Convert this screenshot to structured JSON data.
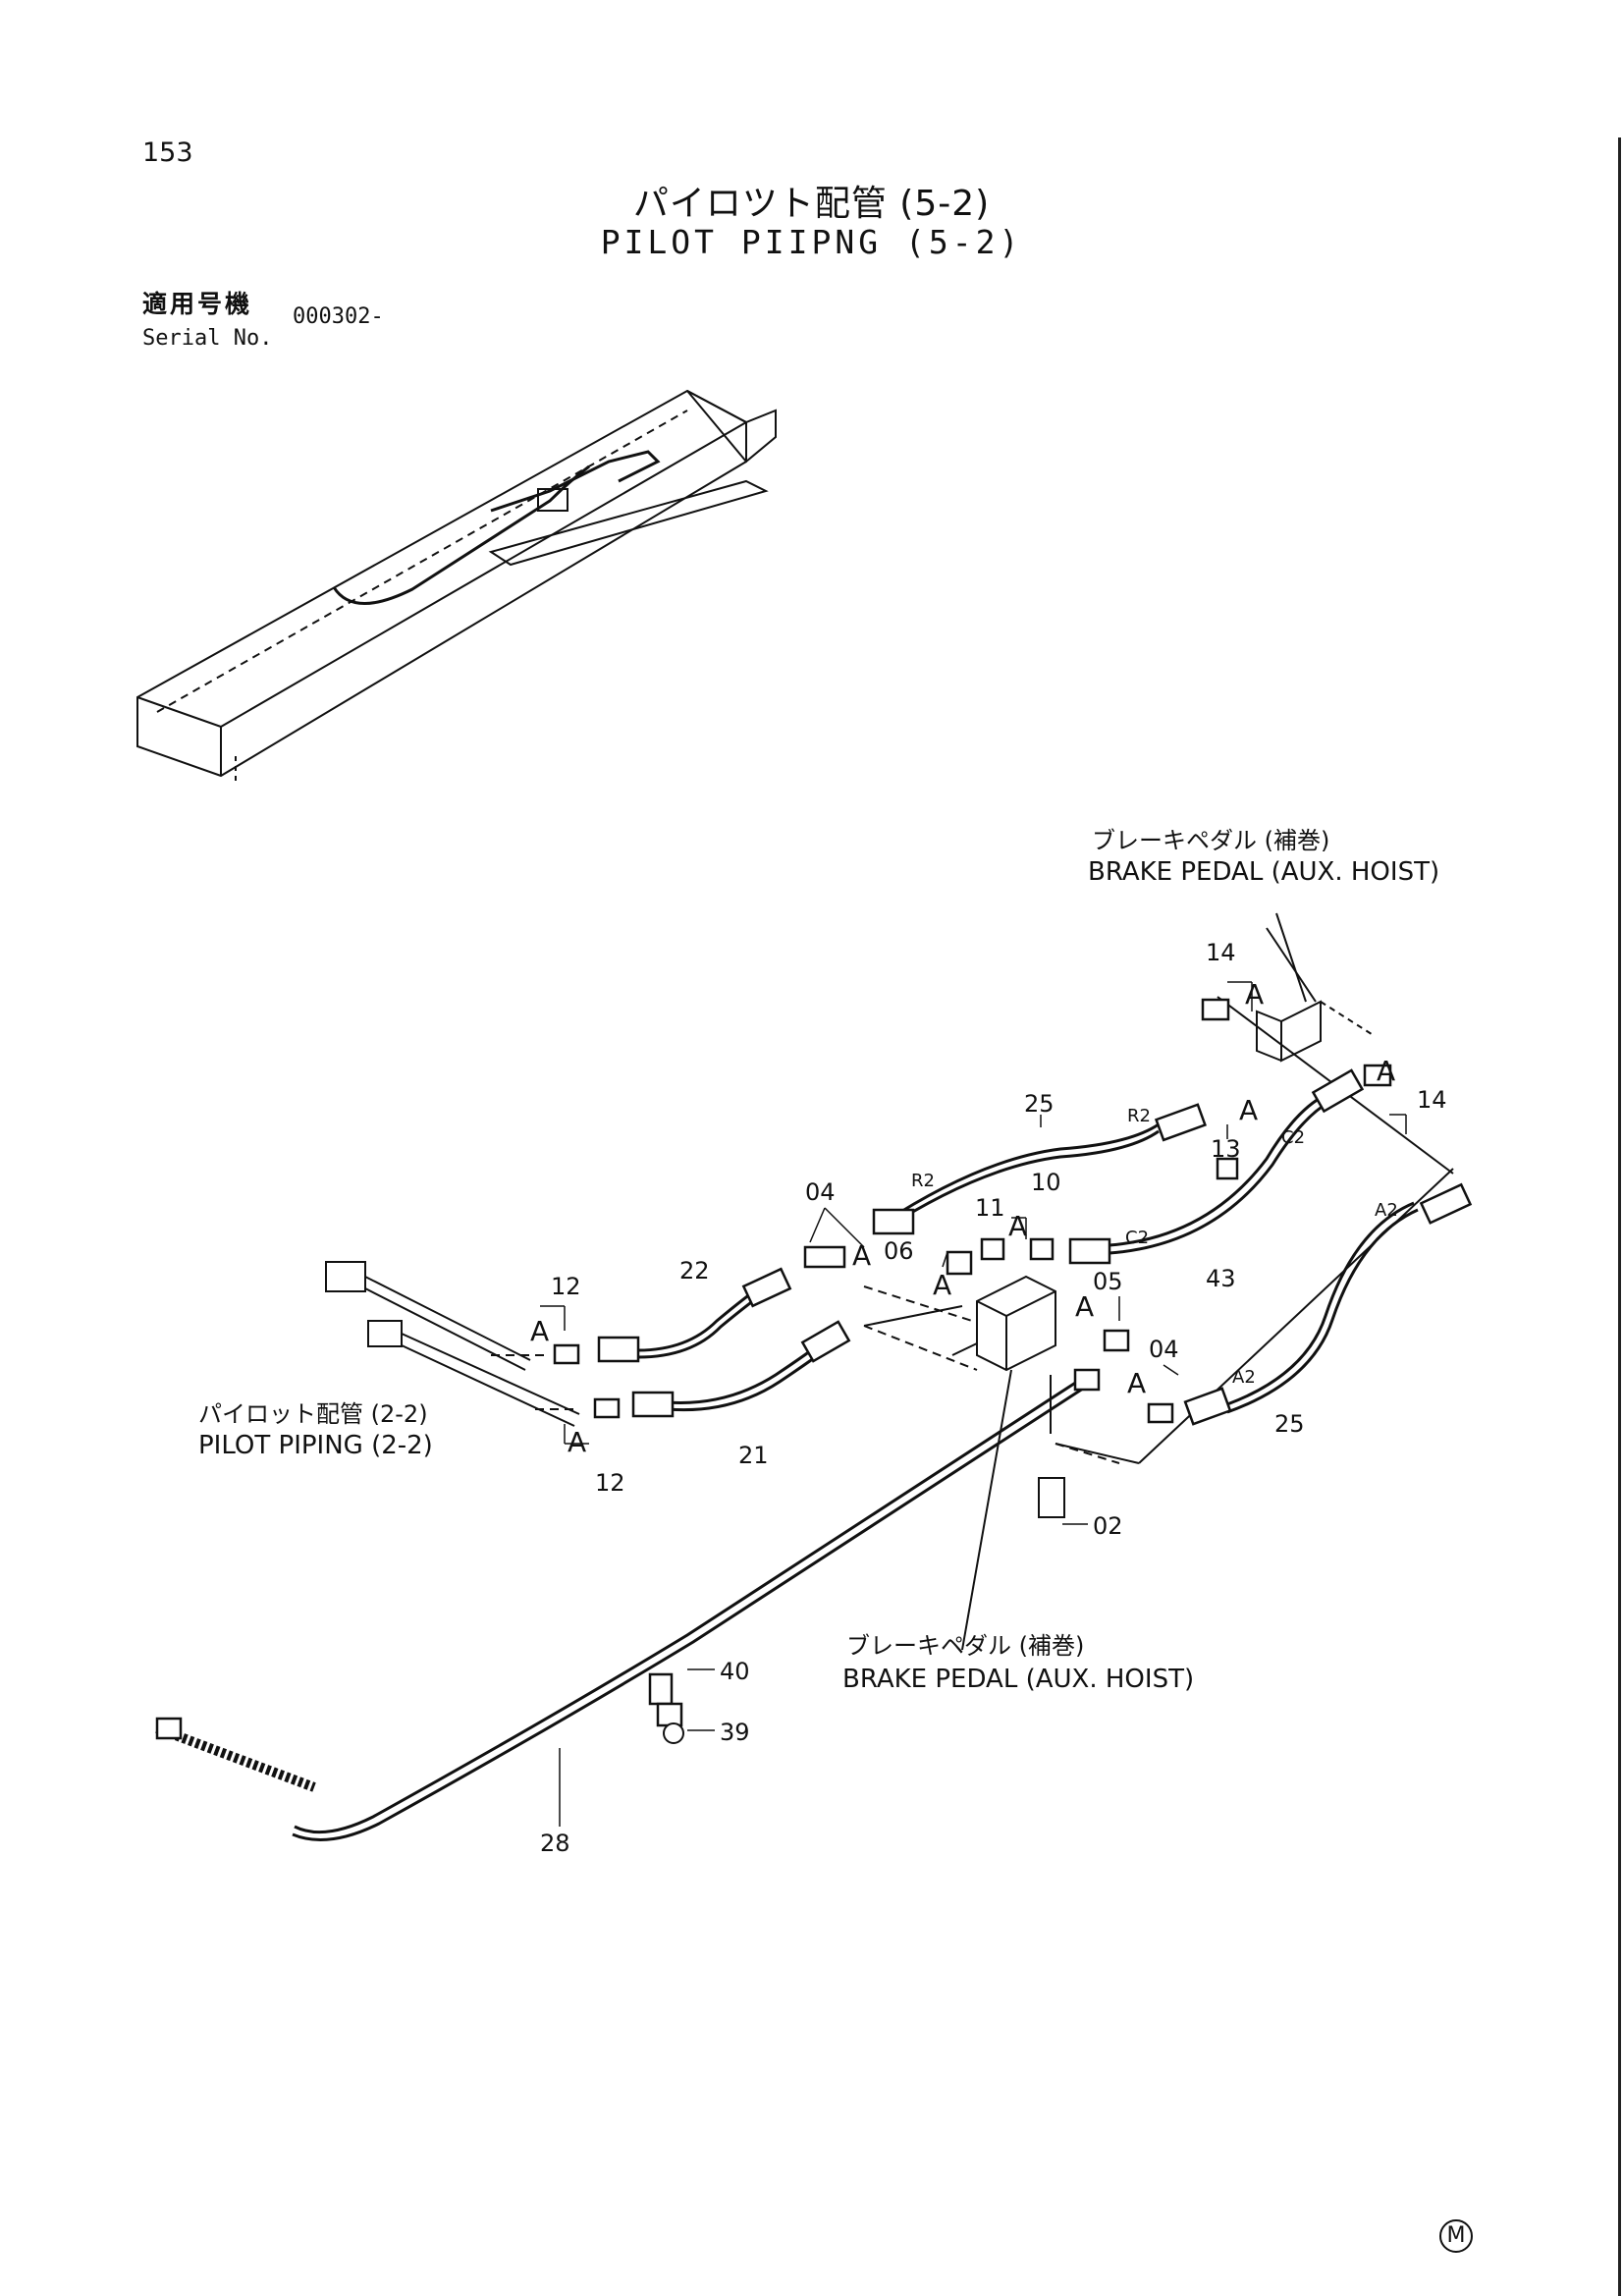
{
  "header": {
    "page_number": "153",
    "title_jp": "パイロツト配管 (5-2)",
    "title_en": "PILOT PIIPNG (5-2)"
  },
  "serial": {
    "label_jp": "適用号機",
    "label_en": "Serial No.",
    "value": "000302-"
  },
  "callouts": {
    "brake_top_jp": "ブレーキペダル (補巻)",
    "brake_top_en": "BRAKE PEDAL (AUX. HOIST)",
    "brake_bottom_jp": "ブレーキペダル (補巻)",
    "brake_bottom_en": "BRAKE PEDAL (AUX. HOIST)",
    "pilot_jp": "パイロット配管 (2-2)",
    "pilot_en": "PILOT PIPING (2-2)"
  },
  "parts": {
    "p14a": "14",
    "p14b": "14",
    "p13": "13",
    "p25a": "25",
    "p25b": "25",
    "p10": "10",
    "p11": "11",
    "p04a": "04",
    "p04b": "04",
    "p06": "06",
    "p05": "05",
    "p43": "43",
    "p22": "22",
    "p21": "21",
    "p12a": "12",
    "p12b": "12",
    "p02": "02",
    "p40": "40",
    "p39": "39",
    "p28": "28"
  },
  "port_labels": {
    "r2a": "R2",
    "r2b": "R2",
    "c2a": "C2",
    "c2b": "C2",
    "a2a": "A2",
    "a2b": "A2"
  },
  "detail_marker": "A",
  "footer_mark": "M"
}
